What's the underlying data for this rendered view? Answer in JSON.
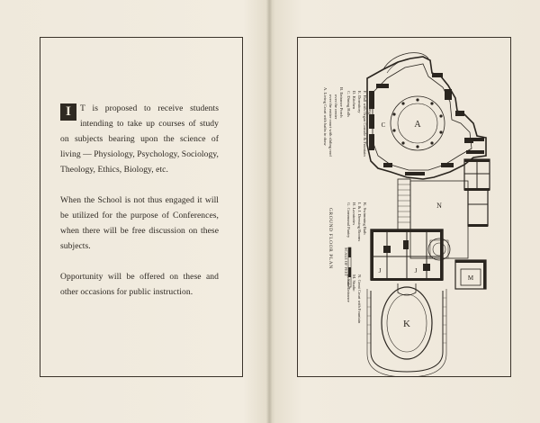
{
  "left_page": {
    "dropcap": "I",
    "paragraphs": [
      "T is proposed to receive students intending to take up courses of study on subjects bearing upon the science of living — Physiology, Psychology, Sociology, Theology, Ethics, Biology, etc.",
      "When the School is not thus engaged it will be utilized for the purpose of Conferences, when there will be free discussion on these subjects.",
      "Opportunity will be offered on these and other occasions for public instruction."
    ]
  },
  "right_page": {
    "plan_title": "GROUND FLOOR PLAN",
    "legend_col1": [
      "A. Living Court with baths to draw",
      "over the entire court with sliding roof",
      "over the center",
      "B. Entrance Porch"
    ],
    "legend_col2": [
      "C. Dining Halls",
      "D. Kitchen",
      "E. Dormitory",
      "F. Hall with Organ Console & Fountain",
      "G. Swimming Bath"
    ],
    "legend_col3": [
      "G. Communal Pantry",
      "H. Lavatories",
      "I. & J. Dressing Rooms",
      "K. Swimming Bath"
    ],
    "legend_col4": [
      "L. Side Entrance",
      "M. Studio",
      "N. Great Court with Fountain"
    ],
    "scale_label": "SCALE OF FEET",
    "room_labels": [
      "A",
      "C",
      "N",
      "J",
      "J",
      "K",
      "M"
    ]
  }
}
